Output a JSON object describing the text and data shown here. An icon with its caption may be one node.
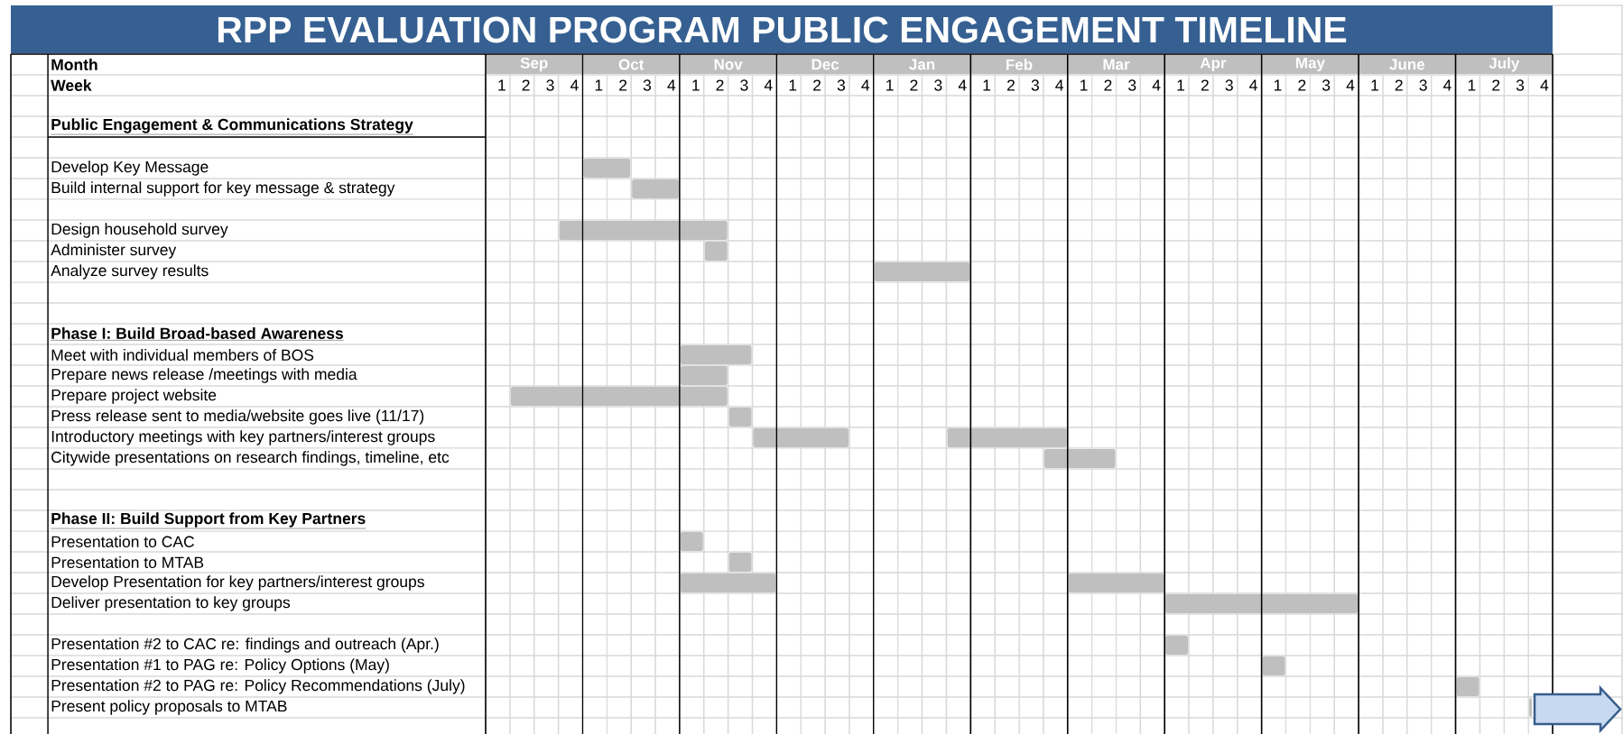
{
  "diagram": {
    "title": "RPP EVALUATION PROGRAM PUBLIC ENGAGEMENT TIMELINE",
    "nodes": [
      {
        "text": [],
        "shape": "bar"
      },
      {
        "text": [],
        "shape": "bar"
      },
      {
        "text": [],
        "shape": "bar"
      },
      {
        "text": [],
        "shape": "bar"
      },
      {
        "text": [],
        "shape": "bar"
      },
      {
        "text": [],
        "shape": "bar"
      },
      {
        "text": [],
        "shape": "bar"
      },
      {
        "text": [],
        "shape": "bar"
      },
      {
        "text": [],
        "shape": "bar"
      },
      {
        "text": [],
        "shape": "bar"
      },
      {
        "text": [],
        "shape": "bar"
      },
      {
        "text": [],
        "shape": "bar"
      },
      {
        "text": [],
        "shape": "bar"
      },
      {
        "text": [],
        "shape": "bar"
      },
      {
        "text": [],
        "shape": "bar"
      },
      {
        "text": [],
        "shape": "bar"
      },
      {
        "text": [],
        "shape": "bar"
      },
      {
        "text": [],
        "shape": "bar"
      },
      {
        "text": [],
        "shape": "bar"
      },
      {
        "text": [],
        "shape": "bar"
      },
      {
        "text": [],
        "shape": "bar"
      }
    ],
    "labels": [
      "Month",
      "Sep",
      "Oct",
      "Nov",
      "Dec",
      "Jan",
      "Feb",
      "Mar",
      "Apr",
      "May",
      "June",
      "July",
      "Week",
      "1",
      "2",
      "3",
      "4",
      "1",
      "2",
      "3",
      "4",
      "1",
      "2",
      "3",
      "4",
      "1",
      "2",
      "3",
      "4",
      "1",
      "2",
      "3",
      "4",
      "1",
      "2",
      "3",
      "4",
      "1",
      "2",
      "3",
      "4",
      "1",
      "2",
      "3",
      "4",
      "1",
      "2",
      "3",
      "4",
      "1",
      "2",
      "3",
      "4",
      "1",
      "2",
      "3",
      "4",
      "Public Engagement & Communications Strategy",
      "Develop Key Message",
      "Build internal support for key message & strategy",
      "Design household survey",
      "Administer survey",
      "Analyze survey results",
      "Phase I: Build Broad-based Awareness",
      "Meet with individual members of BOS",
      "Prepare news release /meetings with media",
      "Prepare project website",
      "Press release sent to media/website goes live (11/17)",
      "Introductory meetings with key partners/interest groups",
      "Citywide presentations on research findings, timeline, etc",
      "Phase II: Build Support from Key Partners",
      "Presentation to CAC",
      "Presentation to MTAB",
      "Develop Presentation for key partners/interest groups",
      "Deliver presentation to key groups",
      "Presentation #2 to CAC re: findings and outreach (Apr.)",
      "Presentation #1 to PAG re: Policy Options (May)",
      "Presentation #2 to PAG re: Policy Recommendations (July)",
      "Present policy proposals to MTAB"
    ]
  }
}
